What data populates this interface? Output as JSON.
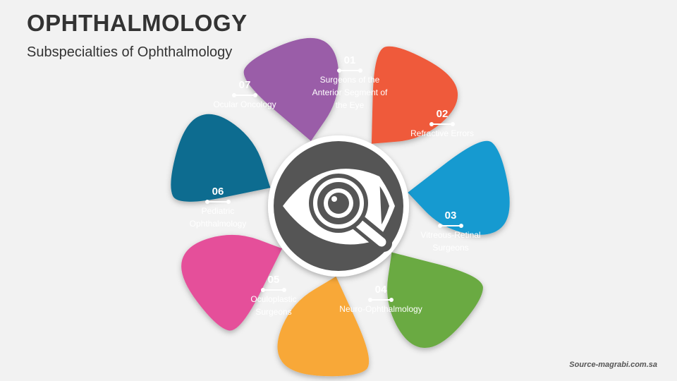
{
  "header": {
    "title": "OPHTHALMOLOGY",
    "subtitle": "Subspecialties of Ophthalmology"
  },
  "footer": {
    "source": "Source-magrabi.com.sa"
  },
  "center": {
    "icon": "eye-magnifier-icon",
    "circle_color": "#555555"
  },
  "petals": [
    {
      "number": "01",
      "label": "Surgeons of the Anterior Segment of the Eye",
      "color": "#9a5da8"
    },
    {
      "number": "02",
      "label": "Refractive Errors",
      "color": "#ef5a3a"
    },
    {
      "number": "03",
      "label": "Vitreous-Retinal Surgeons",
      "color": "#149ad0"
    },
    {
      "number": "04",
      "label": "Neuro-Ophthalmology",
      "color": "#6aaa42"
    },
    {
      "number": "05",
      "label": "Oculoplastic Surgeons",
      "color": "#f8a838"
    },
    {
      "number": "06",
      "label": "Pediatric Ophthalmology",
      "color": "#e5509a"
    },
    {
      "number": "07",
      "label": "Ocular Oncology",
      "color": "#0a6c90"
    }
  ]
}
